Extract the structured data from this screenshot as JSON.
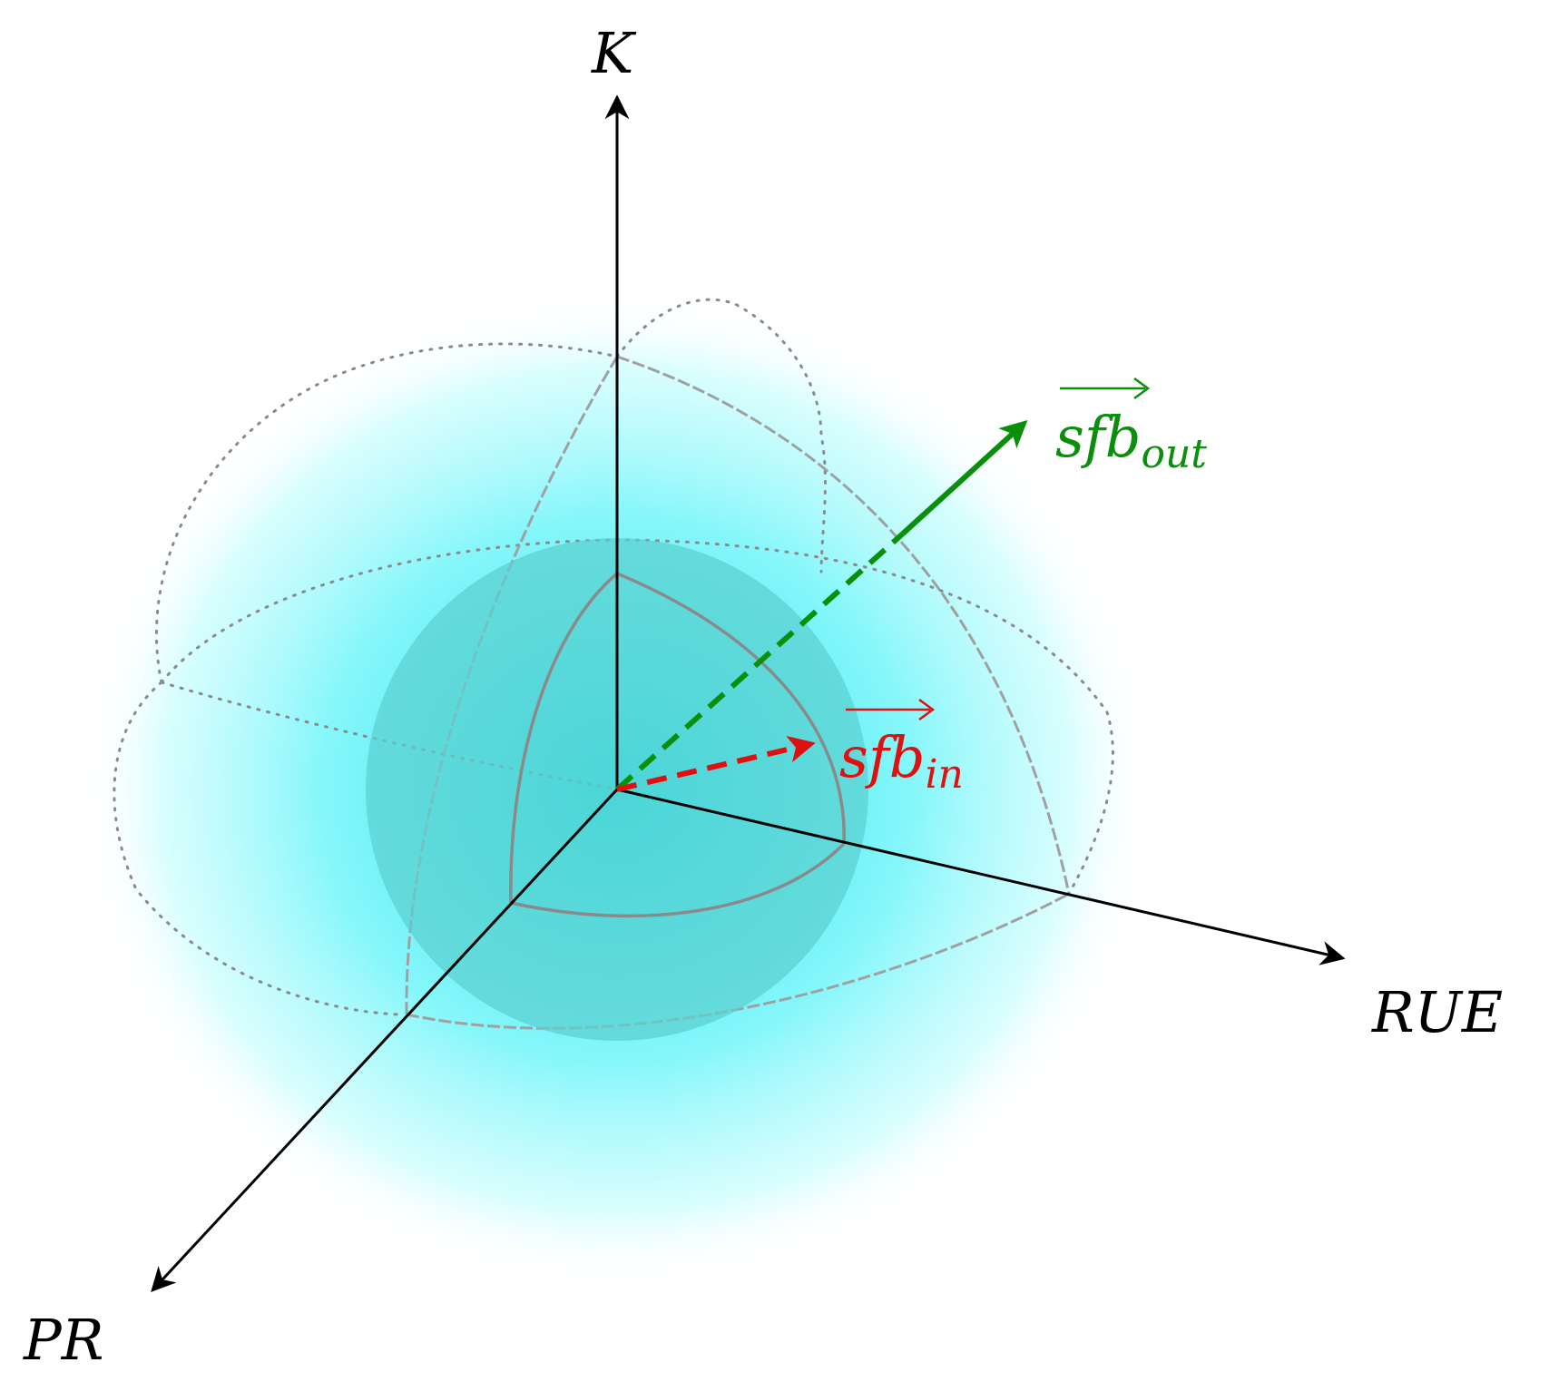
{
  "diagram": {
    "axes": {
      "k": {
        "label": "K"
      },
      "rue": {
        "label": "RUE"
      },
      "pr": {
        "label": "PR"
      }
    },
    "vectors": {
      "outer": {
        "base": "sfb",
        "subscript": "out",
        "color": "#0a8f0a"
      },
      "inner": {
        "base": "sfb",
        "subscript": "in",
        "color": "#e01010"
      }
    },
    "colors": {
      "glow": "#00e8f0",
      "inner_sphere": "#5bd0d0",
      "wireframe": "#888888"
    }
  }
}
